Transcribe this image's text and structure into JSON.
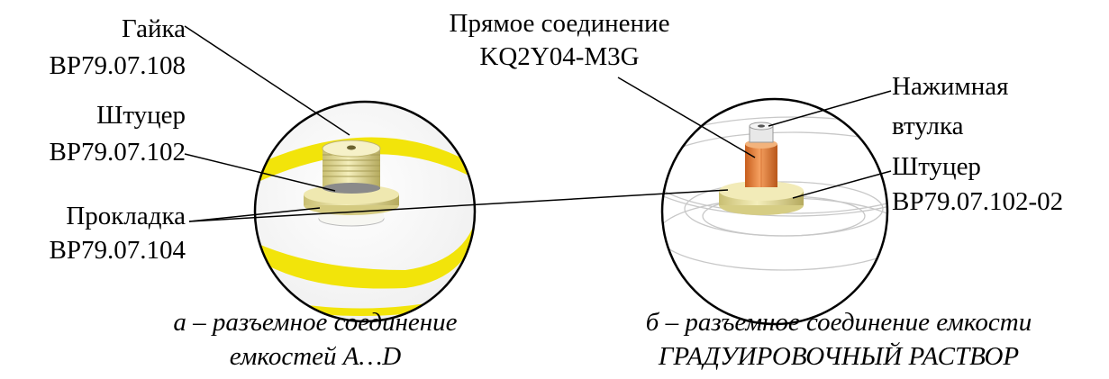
{
  "left_detail": {
    "nut": {
      "name": "Гайка",
      "code": "ВР79.07.108"
    },
    "fitting": {
      "name": "Штуцер",
      "code": "ВР79.07.102"
    },
    "gasket": {
      "name": "Прокладка",
      "code": "ВР79.07.104"
    },
    "caption_line1": "а – разъемное соединение",
    "caption_line2": "емкостей A…D"
  },
  "right_detail": {
    "straight_connector": {
      "name": "Прямое соединение",
      "code": "KQ2Y04-M3G"
    },
    "press_sleeve": {
      "line1": "Нажимная",
      "line2": "втулка"
    },
    "fitting": {
      "name": "Штуцер",
      "code": "ВР79.07.102-02"
    },
    "caption_line1": "б – разъемное соединение емкости",
    "caption_line2": "ГРАДУИРОВОЧНЫЙ РАСТВОР"
  },
  "colors": {
    "yellow_ring": "#f2e40a",
    "fitting_cream": "#e8e0a0",
    "connector_orange": "#e8843a",
    "disk_white": "#f7f7f2",
    "outline": "#000000"
  }
}
